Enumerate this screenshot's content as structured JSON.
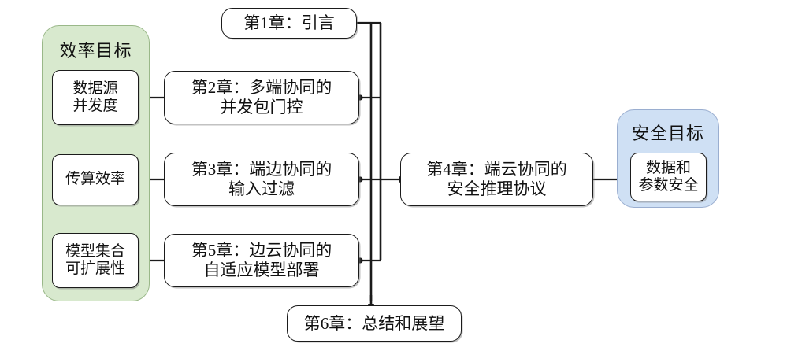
{
  "diagram": {
    "title_text": "",
    "colors": {
      "efficiency_panel_fill": "#d8e9ce",
      "efficiency_panel_stroke": "#9ab889",
      "security_panel_fill": "#cfe0f4",
      "security_panel_stroke": "#9aaed0",
      "node_fill": "#ffffff",
      "node_stroke": "#1b1b1b",
      "edge_color": "#1b1b1b",
      "text_color": "#111111"
    },
    "groups": [
      {
        "key": "efficiency",
        "title": "效率目标",
        "items": [
          {
            "key": "data-source-concurrency",
            "label": "数据源\n并发度"
          },
          {
            "key": "transfer-compute-efficiency",
            "label": "传算效率"
          },
          {
            "key": "model-set-scalability",
            "label": "模型集合\n可扩展性"
          }
        ]
      },
      {
        "key": "security",
        "title": "安全目标",
        "items": [
          {
            "key": "data-and-parameter-security",
            "label": "数据和\n参数安全"
          }
        ]
      }
    ],
    "chapters": [
      {
        "key": "ch1",
        "label": "第1章：引言"
      },
      {
        "key": "ch2",
        "label": "第2章：多端协同的\n并发包门控"
      },
      {
        "key": "ch3",
        "label": "第3章：端边协同的\n输入过滤"
      },
      {
        "key": "ch4",
        "label": "第4章：端云协同的\n安全推理协议"
      },
      {
        "key": "ch5",
        "label": "第5章：边云协同的\n自适应模型部署"
      },
      {
        "key": "ch6",
        "label": "第6章：总结和展望"
      }
    ],
    "edges": [
      {
        "from": "ch2",
        "to": "data-source-concurrency",
        "arrow": "left"
      },
      {
        "from": "ch3",
        "to": "transfer-compute-efficiency",
        "arrow": "left"
      },
      {
        "from": "ch5",
        "to": "model-set-scalability",
        "arrow": "left"
      },
      {
        "from": "ch4",
        "to": "data-and-parameter-security",
        "arrow": "right"
      },
      {
        "from": "ch1",
        "to": "spine",
        "arrow": "none"
      },
      {
        "from": "spine",
        "to": "ch4",
        "arrow": "right"
      },
      {
        "from": "spine",
        "to": "ch6",
        "arrow": "down"
      }
    ]
  }
}
